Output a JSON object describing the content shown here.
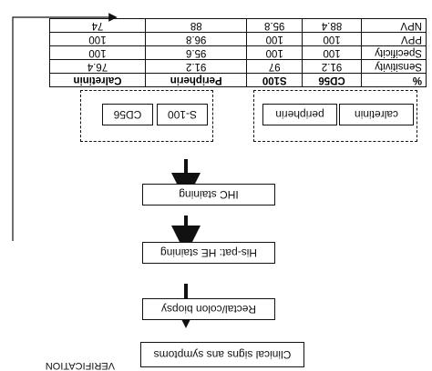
{
  "flow": {
    "step1": "Clinical signs ans symptoms",
    "step2": "Rectal/colon biopsy",
    "step3": "His-pat: HE staining",
    "step4": "IHC staining",
    "verification": "VERIFICATION"
  },
  "markers": {
    "group1": [
      "CD56",
      "S-100"
    ],
    "group2": [
      "peripherin",
      "calretinin"
    ]
  },
  "table": {
    "header": [
      "%",
      "CD56",
      "S100",
      "Peripherin",
      "Calretinin"
    ],
    "rows": [
      {
        "label": "Sensitivity",
        "values": [
          "91.2",
          "97",
          "91.2",
          "76.4"
        ]
      },
      {
        "label": "Specificity",
        "values": [
          "100",
          "100",
          "95.6",
          "100"
        ]
      },
      {
        "label": "PPV",
        "values": [
          "100",
          "100",
          "96.8",
          "100"
        ]
      },
      {
        "label": "NPV",
        "values": [
          "88.4",
          "95.8",
          "88",
          "74"
        ]
      }
    ]
  }
}
